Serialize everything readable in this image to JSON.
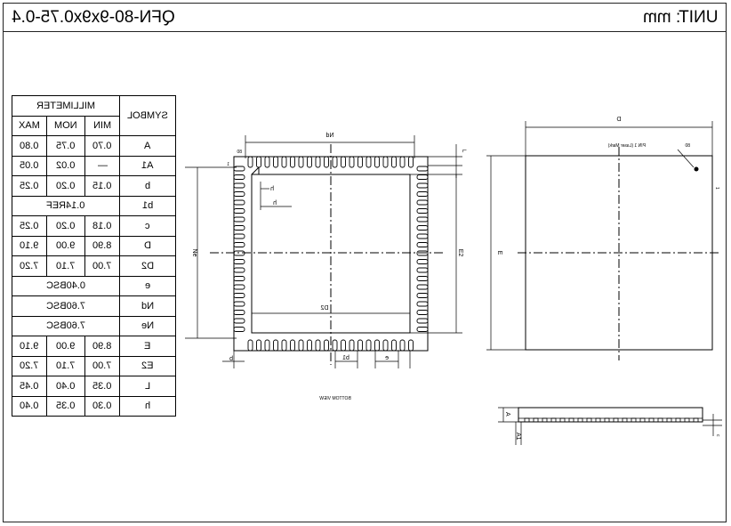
{
  "header": {
    "package_name": "QFN-80-9x9x0.75-0.4",
    "unit_label": "UNIT: mm"
  },
  "table": {
    "group_header": "MILLIMETER",
    "symbol_header": "SYMBOL",
    "col_min": "MIN",
    "col_nom": "NOM",
    "col_max": "MAX",
    "rows": [
      {
        "symbol": "A",
        "min": "0.70",
        "nom": "0.75",
        "max": "0.80"
      },
      {
        "symbol": "A1",
        "min": "—",
        "nom": "0.02",
        "max": "0.05"
      },
      {
        "symbol": "b",
        "min": "0.15",
        "nom": "0.20",
        "max": "0.25"
      },
      {
        "symbol": "b1",
        "span": "0.14REF"
      },
      {
        "symbol": "c",
        "min": "0.18",
        "nom": "0.20",
        "max": "0.25"
      },
      {
        "symbol": "D",
        "min": "8.90",
        "nom": "9.00",
        "max": "9.10"
      },
      {
        "symbol": "D2",
        "min": "7.00",
        "nom": "7.10",
        "max": "7.20"
      },
      {
        "symbol": "e",
        "span": "0.40BSC"
      },
      {
        "symbol": "Nd",
        "span": "7.60BSC"
      },
      {
        "symbol": "Ne",
        "span": "7.60BSC"
      },
      {
        "symbol": "E",
        "min": "8.90",
        "nom": "9.00",
        "max": "9.10"
      },
      {
        "symbol": "E2",
        "min": "7.00",
        "nom": "7.10",
        "max": "7.20"
      },
      {
        "symbol": "L",
        "min": "0.35",
        "nom": "0.40",
        "max": "0.45"
      },
      {
        "symbol": "h",
        "min": "0.30",
        "nom": "0.35",
        "max": "0.40"
      }
    ]
  },
  "bottom_view": {
    "caption": "BOTTOM VIEW",
    "label_Nd": "Nd",
    "label_Ne": "Ne",
    "label_E2": "E2",
    "label_D2": "D2",
    "label_L": "L",
    "label_h1": "h",
    "label_h2": "h",
    "label_b": "b",
    "label_b1": "b1",
    "label_e": "e",
    "pin_1": "1",
    "pin_80": "80"
  },
  "top_view": {
    "label_D": "D",
    "label_E": "E",
    "pin_marker": "PIN 1 (Laser Mark)",
    "pin_80": "80",
    "pin_1": "1"
  },
  "side_view": {
    "label_A": "A",
    "label_A1": "A1",
    "label_c": "c"
  }
}
